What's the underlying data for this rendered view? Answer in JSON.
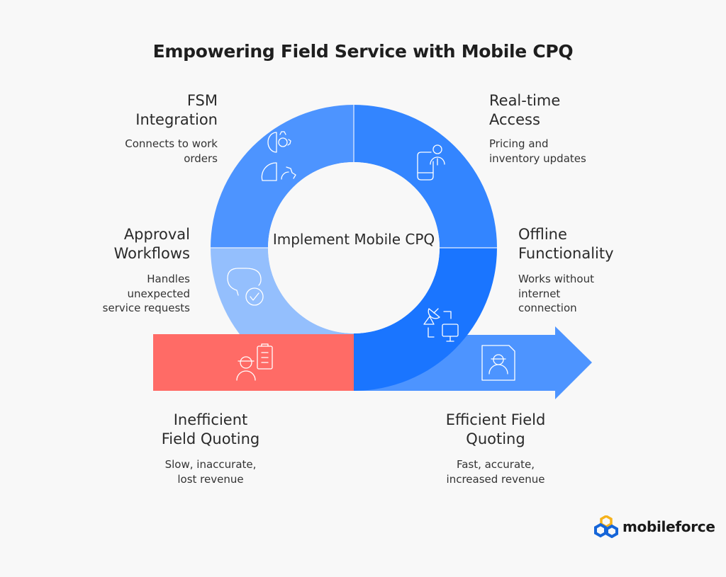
{
  "title": "Empowering Field Service with Mobile CPQ",
  "center": "Implement Mobile CPQ",
  "steps": {
    "fsm": {
      "title_l1": "FSM",
      "title_l2": "Integration",
      "desc_l1": "Connects to work",
      "desc_l2": "orders",
      "icon": "gears-person-icon"
    },
    "realtime": {
      "title_l1": "Real-time",
      "title_l2": "Access",
      "desc_l1": "Pricing and",
      "desc_l2": "inventory updates",
      "icon": "mobile-user-icon"
    },
    "approval": {
      "title_l1": "Approval",
      "title_l2": "Workflows",
      "desc_l1": "Handles",
      "desc_l2": "unexpected",
      "desc_l3": "service requests",
      "icon": "chat-check-icon"
    },
    "offline": {
      "title_l1": "Offline",
      "title_l2": "Functionality",
      "desc_l1": "Works without",
      "desc_l2": "internet",
      "desc_l3": "connection",
      "icon": "satellite-computer-icon"
    },
    "inefficient": {
      "title_l1": "Inefficient",
      "title_l2": "Field Quoting",
      "desc_l1": "Slow, inaccurate,",
      "desc_l2": "lost revenue",
      "icon": "worker-clipboard-icon"
    },
    "efficient": {
      "title_l1": "Efficient Field",
      "title_l2": "Quoting",
      "desc_l1": "Fast, accurate,",
      "desc_l2": "increased revenue",
      "icon": "worker-id-card-icon"
    }
  },
  "colors": {
    "segment_top_left": "#4d94ff",
    "segment_top_right": "#3385ff",
    "segment_bottom_right": "#1a75ff",
    "segment_bottom_left": "#94bffd",
    "bar_red": "#ff6b66",
    "arrow": "#4d94ff"
  },
  "logo": {
    "text": "mobileforce"
  }
}
